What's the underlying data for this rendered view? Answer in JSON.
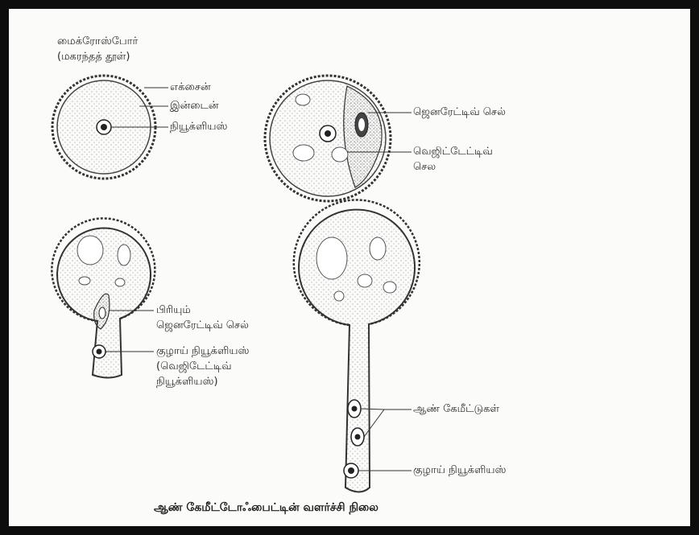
{
  "diagram": {
    "caption": "ஆண் கேமீட்டோஃபைட்டின் வளர்ச்சி நிலை",
    "labels": {
      "microspore_line1": "மைக்ரோஸ்போர்",
      "microspore_line2": "(மகரந்தத் தூள்)",
      "exine": "எக்சைன்",
      "intine": "இன்டைன்",
      "nucleus": "நியூக்ளியஸ்",
      "generative_cell": "ஜெனரேட்டிவ் செல்",
      "vegetative_cell_line1": "வெஜிட்டேட்டிவ்",
      "vegetative_cell_line2": "செல",
      "dividing_line1": "பிரியும்",
      "dividing_line2": "ஜெனரேட்டிவ் செல்",
      "tube_nucleus_line1": "குழாய் நியூக்ளியஸ்",
      "tube_nucleus_line2": "(வெஜிடேட்டிவ்",
      "tube_nucleus_line3": "நியூக்ளியஸ்)",
      "male_gametes": "ஆண் கேமீட்டுகள்",
      "tube_nucleus_2": "குழாய் நியூக்ளியஸ்"
    }
  }
}
